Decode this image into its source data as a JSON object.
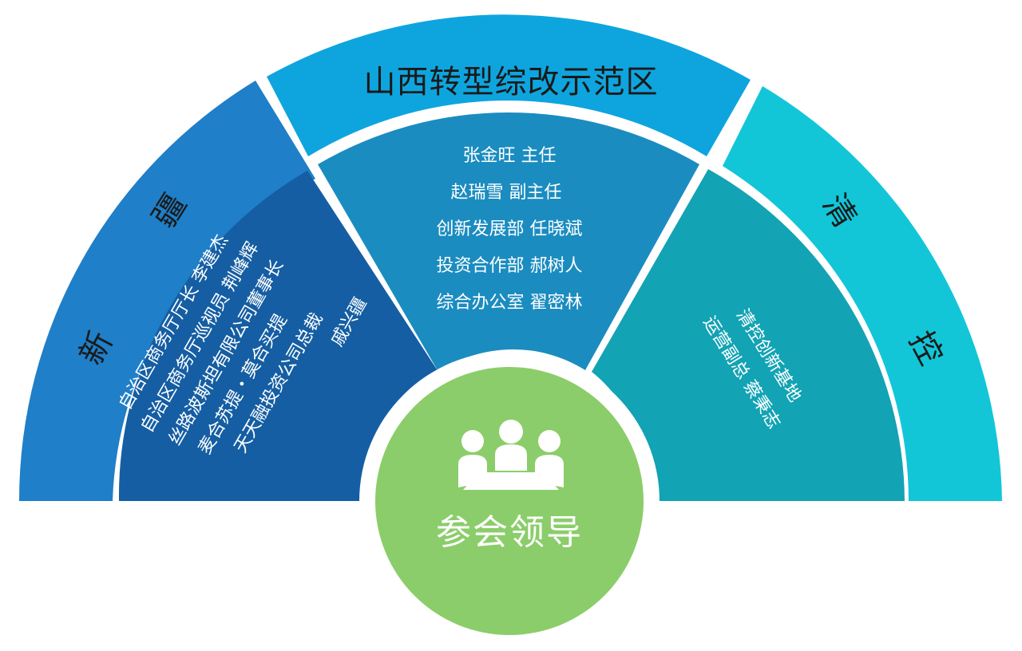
{
  "arcs": {
    "left": {
      "label": "新疆",
      "color": "#1f7fc8"
    },
    "top": {
      "label": "山西转型综改示范区",
      "color": "#0ea5de"
    },
    "right": {
      "label": "清控",
      "color": "#12c6d8"
    }
  },
  "wedges": {
    "left": {
      "color": "#155ea3",
      "lines": [
        "自治区商务厅厅长 李建杰",
        "自治区商务厅巡视员 荆峰辉",
        "丝路波斯坦有限公司董事长",
        "麦合苏提・莫合买提",
        "天天融投资公司总裁",
        "戚兴疆"
      ]
    },
    "top": {
      "color": "#1b8cc0",
      "lines": [
        "张金旺  主任",
        "赵瑞雪  副主任",
        "创新发展部  任晓斌",
        "投资合作部  郝树人",
        "综合办公室  翟密林"
      ]
    },
    "right": {
      "color": "#12a3b4",
      "lines": [
        "清控创新基地",
        "运营副总  蔡秉志"
      ]
    }
  },
  "center": {
    "title": "参会领导",
    "color": "#8bcd6a",
    "icon": "meeting-people-icon"
  }
}
